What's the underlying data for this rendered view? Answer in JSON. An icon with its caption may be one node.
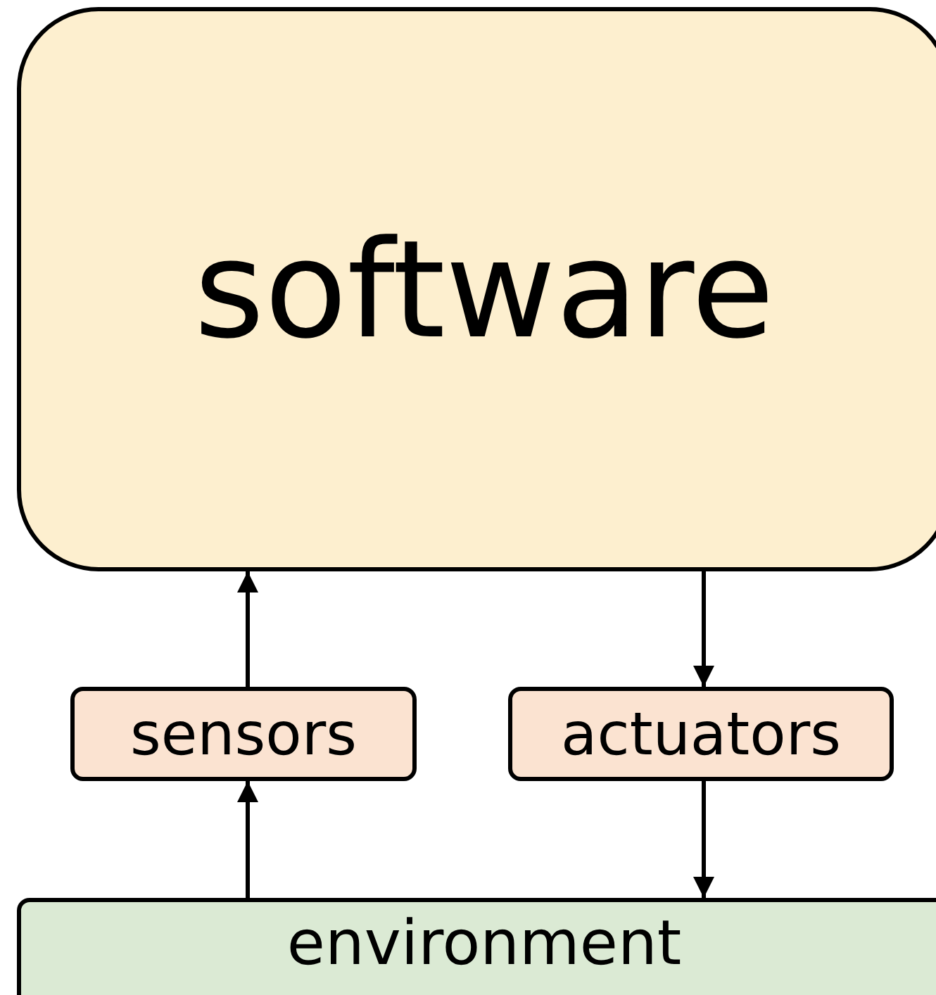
{
  "diagram": {
    "nodes": [
      {
        "text": [
          "software"
        ]
      },
      {
        "text": [
          "sensors"
        ]
      },
      {
        "text": [
          "actuators"
        ]
      },
      {
        "text": [
          "environment"
        ]
      }
    ],
    "edges": [
      {
        "from": 1,
        "to": 0,
        "arrow": "to"
      },
      {
        "from": 3,
        "to": 1,
        "arrow": "to"
      },
      {
        "from": 0,
        "to": 2,
        "arrow": "to"
      },
      {
        "from": 2,
        "to": 3,
        "arrow": "to"
      }
    ]
  }
}
